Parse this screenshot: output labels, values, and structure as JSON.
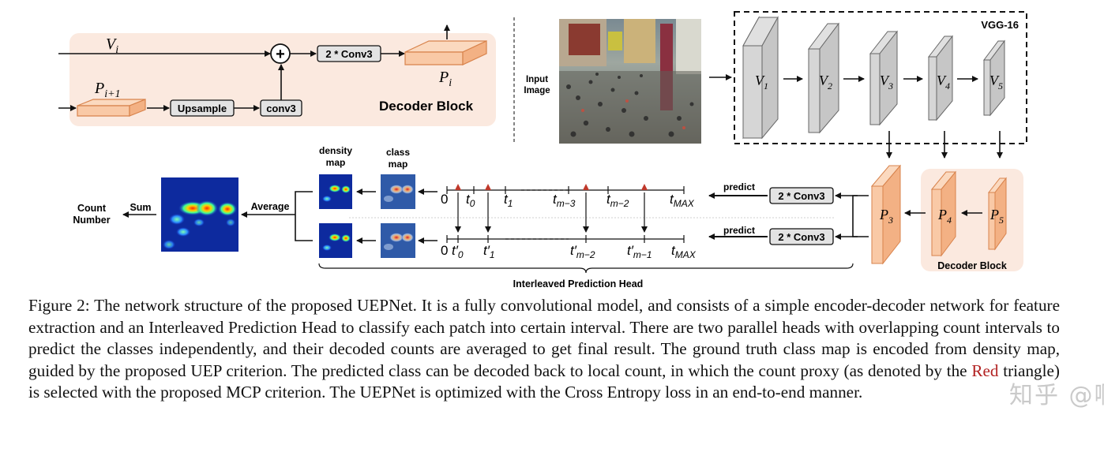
{
  "decoder_block": {
    "v_i": "V",
    "v_i_sub": "i",
    "p_i1": "P",
    "p_i1_sub": "i+1",
    "p_i": "P",
    "p_i_sub": "i",
    "upsample": "Upsample",
    "conv3": "conv3",
    "two_conv3": "2 * Conv3",
    "title": "Decoder Block",
    "plus": "+"
  },
  "encoder": {
    "input_label_1": "Input",
    "input_label_2": "Image",
    "vgg_label": "VGG-16",
    "layers": [
      {
        "name": "V",
        "sub": "1"
      },
      {
        "name": "V",
        "sub": "2"
      },
      {
        "name": "V",
        "sub": "3"
      },
      {
        "name": "V",
        "sub": "4"
      },
      {
        "name": "V",
        "sub": "5"
      }
    ]
  },
  "decoder_right": {
    "p3": "P",
    "p3_sub": "3",
    "p4": "P",
    "p4_sub": "4",
    "p5": "P",
    "p5_sub": "5",
    "label": "Decoder Block"
  },
  "head": {
    "predict_top": "predict",
    "predict_bottom": "predict",
    "conv_top": "2 * Conv3",
    "conv_bottom": "2 * Conv3",
    "density_map_1": "density",
    "density_map_2": "map",
    "class_map_1": "class",
    "class_map_2": "map",
    "average": "Average",
    "sum": "Sum",
    "count_number_1": "Count",
    "count_number_2": "Number",
    "interleaved": "Interleaved Prediction Head",
    "top_ticks": [
      {
        "base": "0",
        "sub": ""
      },
      {
        "base": "t",
        "sub": "0"
      },
      {
        "base": "t",
        "sub": "1"
      },
      {
        "base": "t",
        "sub": "m−3"
      },
      {
        "base": "t",
        "sub": "m−2"
      },
      {
        "base": "t",
        "sub": "MAX"
      }
    ],
    "bottom_ticks": [
      {
        "base": "0",
        "sub": ""
      },
      {
        "base": "t′",
        "sub": "0"
      },
      {
        "base": "t′",
        "sub": "1"
      },
      {
        "base": "t′",
        "sub": "m−2"
      },
      {
        "base": "t′",
        "sub": "m−1"
      },
      {
        "base": "t",
        "sub": "MAX"
      }
    ]
  },
  "colors": {
    "peach": "#f9c9a6",
    "peach_border": "#e08a55",
    "decoder_bg": "#fbe9df",
    "gray_box": "#e3e3e3",
    "red_triangle": "#c0392b",
    "density_blue": "#0d2a9e"
  },
  "caption": {
    "part1": "Figure 2: The network structure of the proposed UEPNet. It is a fully convolutional model, and consists of a simple encoder-decoder network for feature extraction and an Interleaved Prediction Head to classify each patch into certain interval. There are two parallel heads with overlapping count intervals to predict the classes independently, and their decoded counts are averaged to get final result. The ground truth class map is encoded from density map, guided by the proposed UEP criterion. The predicted class can be decoded back to local count, in which the count proxy (as denoted by the ",
    "red_word": "Red",
    "part2": " triangle) is selected with the proposed MCP criterion. The UEPNet is optimized with the Cross Entropy loss in an end-to-end manner."
  },
  "watermark": "知乎 @啊耀"
}
